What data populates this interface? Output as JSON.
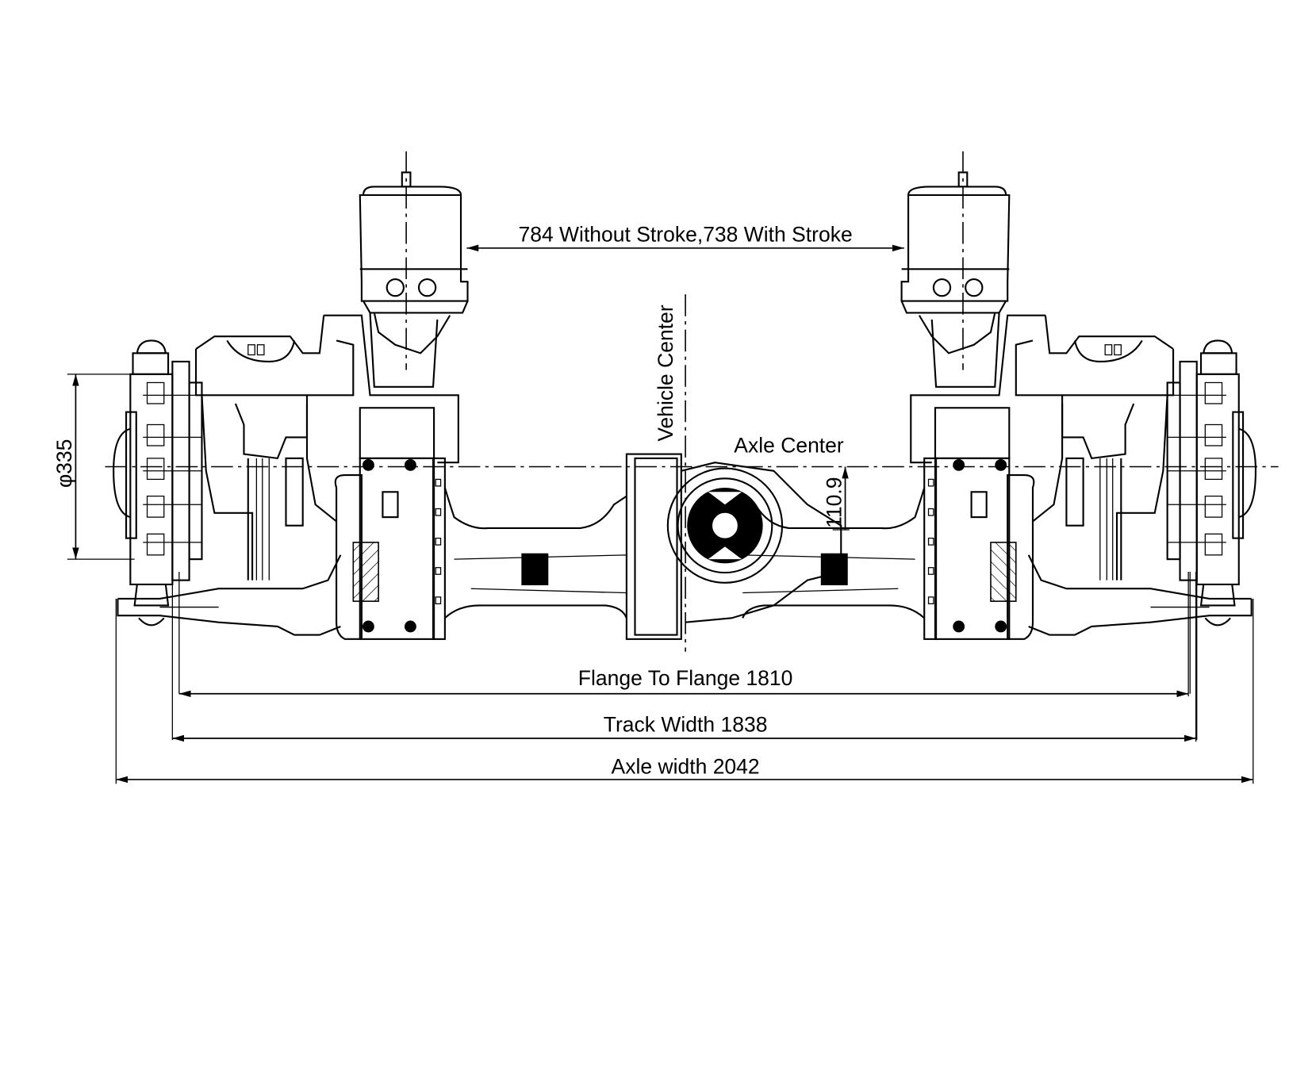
{
  "drawing": {
    "chamber_spacing_label": "784 Without Stroke,738 With Stroke",
    "vehicle_center_label": "Vehicle Center",
    "axle_center_label": "Axle Center",
    "offset_label": "110.9",
    "hub_diameter_label": "φ335",
    "flange_label": "Flange To Flange 1810",
    "track_label": "Track Width 1838",
    "axle_width_label": "Axle width 2042"
  }
}
